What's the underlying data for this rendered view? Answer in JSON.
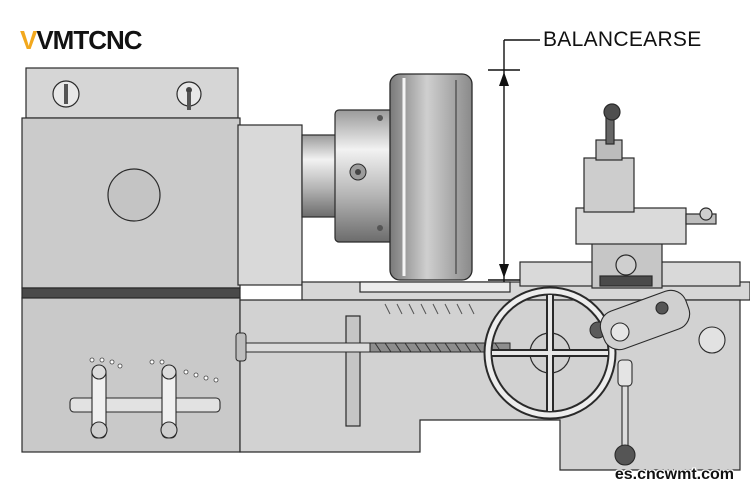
{
  "logo": {
    "first": "V",
    "rest": "VMTCNC"
  },
  "dimension_label": "BALANCEARSE",
  "watermark": "es.cncwmt.com",
  "colors": {
    "logo_accent": "#f2a81d",
    "logo_text": "#121212",
    "outline": "#2a2a2a",
    "body_fill": "#c8c8c8"
  }
}
